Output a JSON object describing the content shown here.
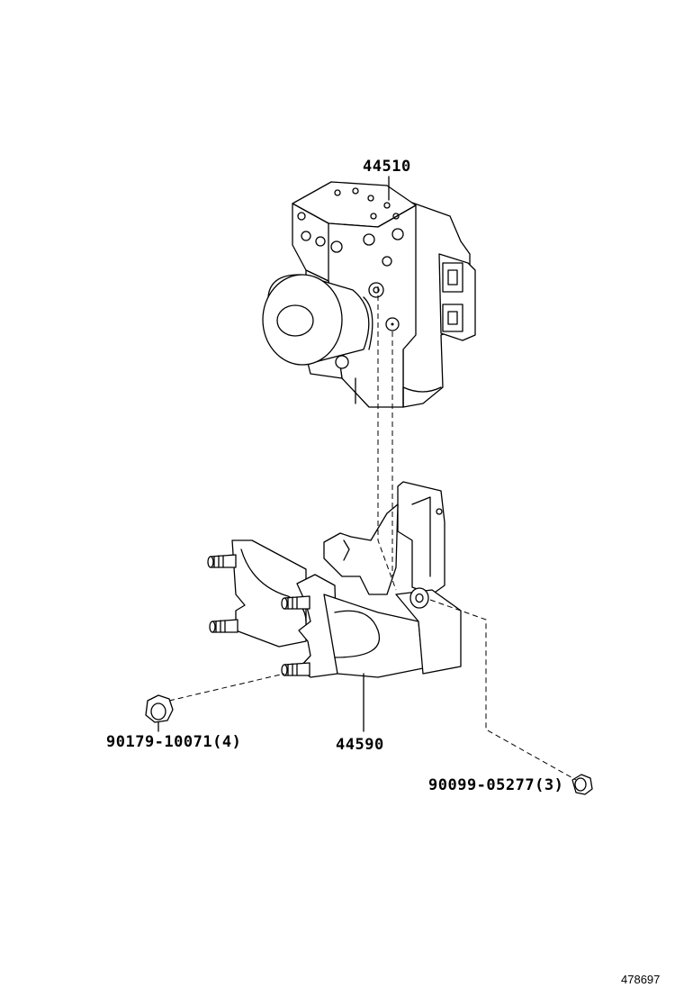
{
  "parts": [
    {
      "id": "abs-actuator",
      "number": "44510",
      "qty": ""
    },
    {
      "id": "actuator-bracket",
      "number": "44590",
      "qty": ""
    },
    {
      "id": "bracket-nut",
      "number": "90179-10071",
      "qty": "(4)"
    },
    {
      "id": "actuator-bolt",
      "number": "90099-05277",
      "qty": "(3)"
    }
  ],
  "figure_id": "478697"
}
